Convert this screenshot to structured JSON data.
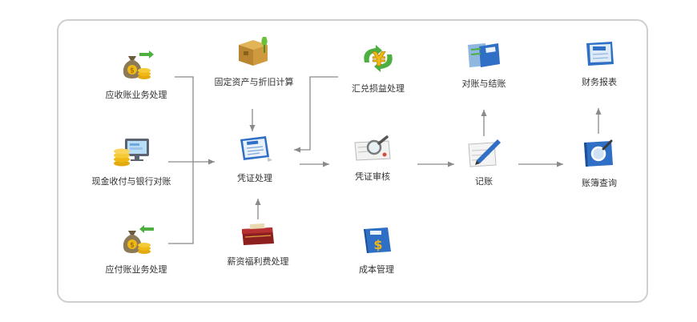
{
  "nodes": {
    "receivable": "应收账业务处理",
    "cash_bank": "现金收付与银行对账",
    "payable": "应付账业务处理",
    "fixed_assets": "固定资产与折旧计算",
    "voucher_processing": "凭证处理",
    "payroll": "薪资福利费处理",
    "exchange": "汇兑损益处理",
    "voucher_review": "凭证审核",
    "cost_management": "成本管理",
    "reconciliation": "对账与结账",
    "posting": "记账",
    "financial_report": "财务报表",
    "ledger_query": "账簿查询"
  },
  "icons": {
    "receivable": "money-bag-coins-icon",
    "cash_bank": "monitor-coins-icon",
    "payable": "money-bag-coins-icon",
    "fixed_assets": "box-icon",
    "voucher_processing": "voucher-icon",
    "payroll": "wallet-icon",
    "exchange": "yen-exchange-icon",
    "voucher_review": "magnifier-icon",
    "cost_management": "dollar-book-icon",
    "reconciliation": "ledger-book-icon",
    "posting": "pen-icon",
    "financial_report": "report-book-icon",
    "ledger_query": "ledger-search-icon"
  },
  "colors": {
    "frame": "#cfcfcf",
    "arrow": "#8a8a8a",
    "text": "#333333",
    "book_blue": "#2f6fc6",
    "coin_gold": "#f0b814"
  }
}
